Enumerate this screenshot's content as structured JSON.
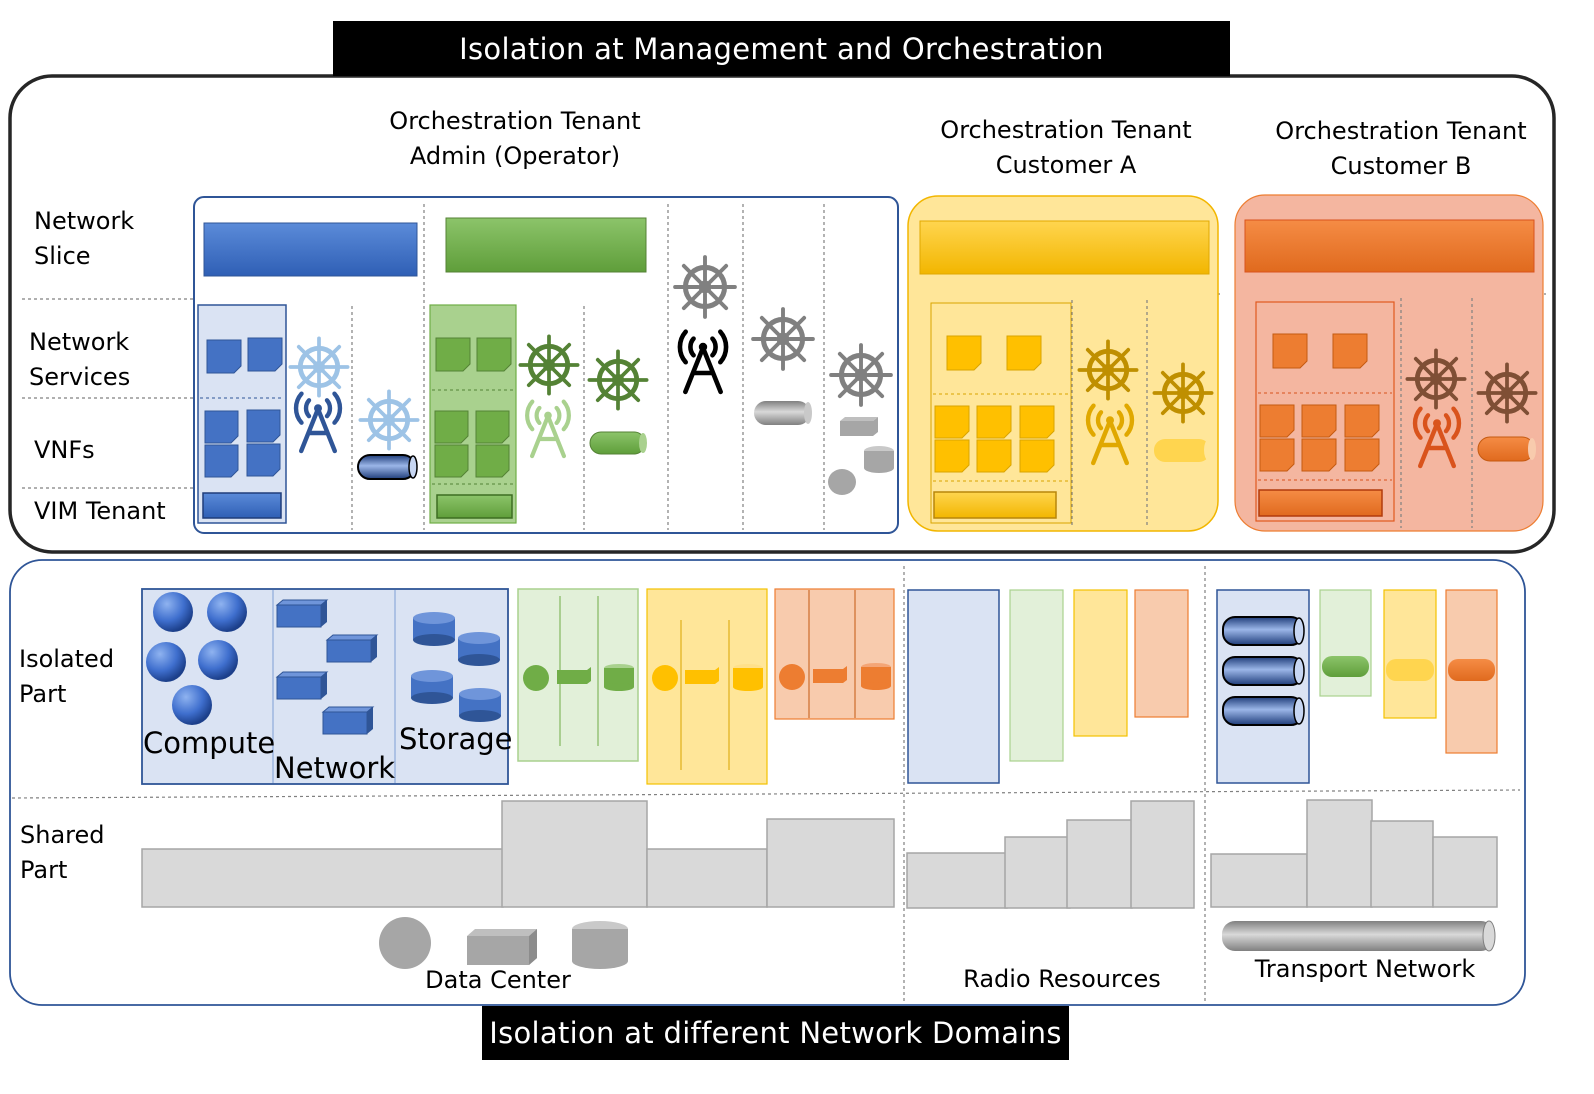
{
  "top_banner": "Isolation at Management and Orchestration",
  "bottom_banner": "Isolation at different Network Domains",
  "tenants": [
    {
      "line1": "Orchestration Tenant",
      "line2": "Admin (Operator)"
    },
    {
      "line1": "Orchestration Tenant",
      "line2": "Customer A"
    },
    {
      "line1": "Orchestration Tenant",
      "line2": "Customer B"
    }
  ],
  "row_labels": {
    "network_slice": [
      "Network",
      "Slice"
    ],
    "network_services": [
      "Network",
      "Services"
    ],
    "vnfs": "VNFs",
    "vim_tenant": "VIM Tenant",
    "isolated_part": [
      "Isolated",
      "Part"
    ],
    "shared_part": [
      "Shared",
      "Part"
    ]
  },
  "resource_labels": {
    "compute": "Compute",
    "network": "Network",
    "storage": "Storage"
  },
  "domains": {
    "data_center": "Data Center",
    "radio": "Radio Resources",
    "transport": "Transport Network"
  },
  "colors": {
    "blue": "#4472c4",
    "green": "#70ad47",
    "yellow": "#ffc000",
    "orange": "#ed7d31",
    "gray": "#a6a6a6",
    "navy": "#2f5597"
  },
  "icons": [
    "helm-wheel-icon",
    "antenna-icon",
    "document-icon",
    "cylinder-link-icon",
    "box-icon",
    "sphere-icon",
    "disk-icon"
  ]
}
